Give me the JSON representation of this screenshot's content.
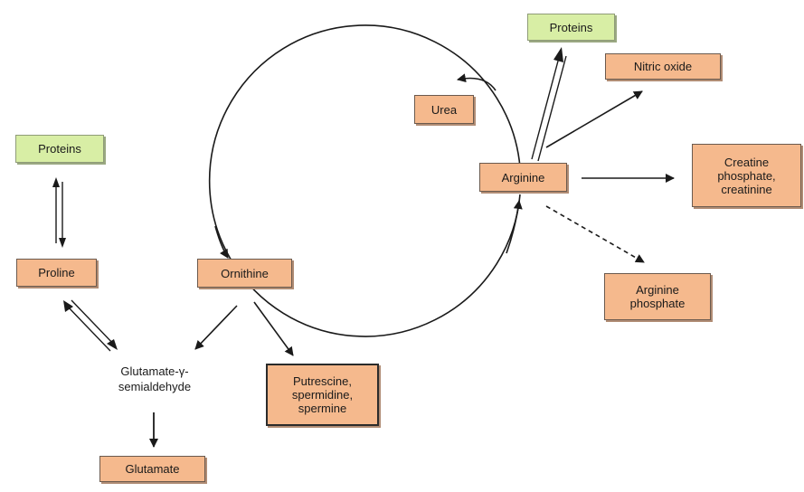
{
  "nodes": {
    "proteins_top": "Proteins",
    "nitric_oxide": "Nitric oxide",
    "urea": "Urea",
    "arginine": "Arginine",
    "creatine": "Creatine\nphosphate,\ncreatinine",
    "arginine_phosphate": "Arginine\nphosphate",
    "proteins_left": "Proteins",
    "proline": "Proline",
    "ornithine": "Ornithine",
    "glutamate_semialdehyde": "Glutamate-γ-\nsemialdehyde",
    "polyamines": "Putrescine,\nspermidine,\nspermine",
    "glutamate": "Glutamate"
  },
  "colors": {
    "product_box": "#f5b98d",
    "protein_box": "#d8eea5",
    "line": "#1a1a1a"
  }
}
